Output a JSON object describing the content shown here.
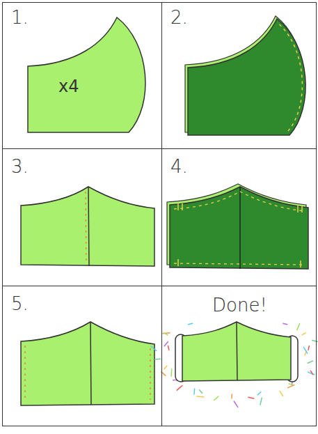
{
  "diagram": {
    "nodes": [
      {
        "text": [
          "1."
        ]
      },
      {
        "text": [
          "2."
        ]
      },
      {
        "text": [
          "3."
        ]
      },
      {
        "text": [
          "4."
        ]
      },
      {
        "text": [
          "5."
        ]
      },
      {
        "text": [
          "Done!"
        ]
      }
    ],
    "labels": [
      "x4"
    ]
  }
}
